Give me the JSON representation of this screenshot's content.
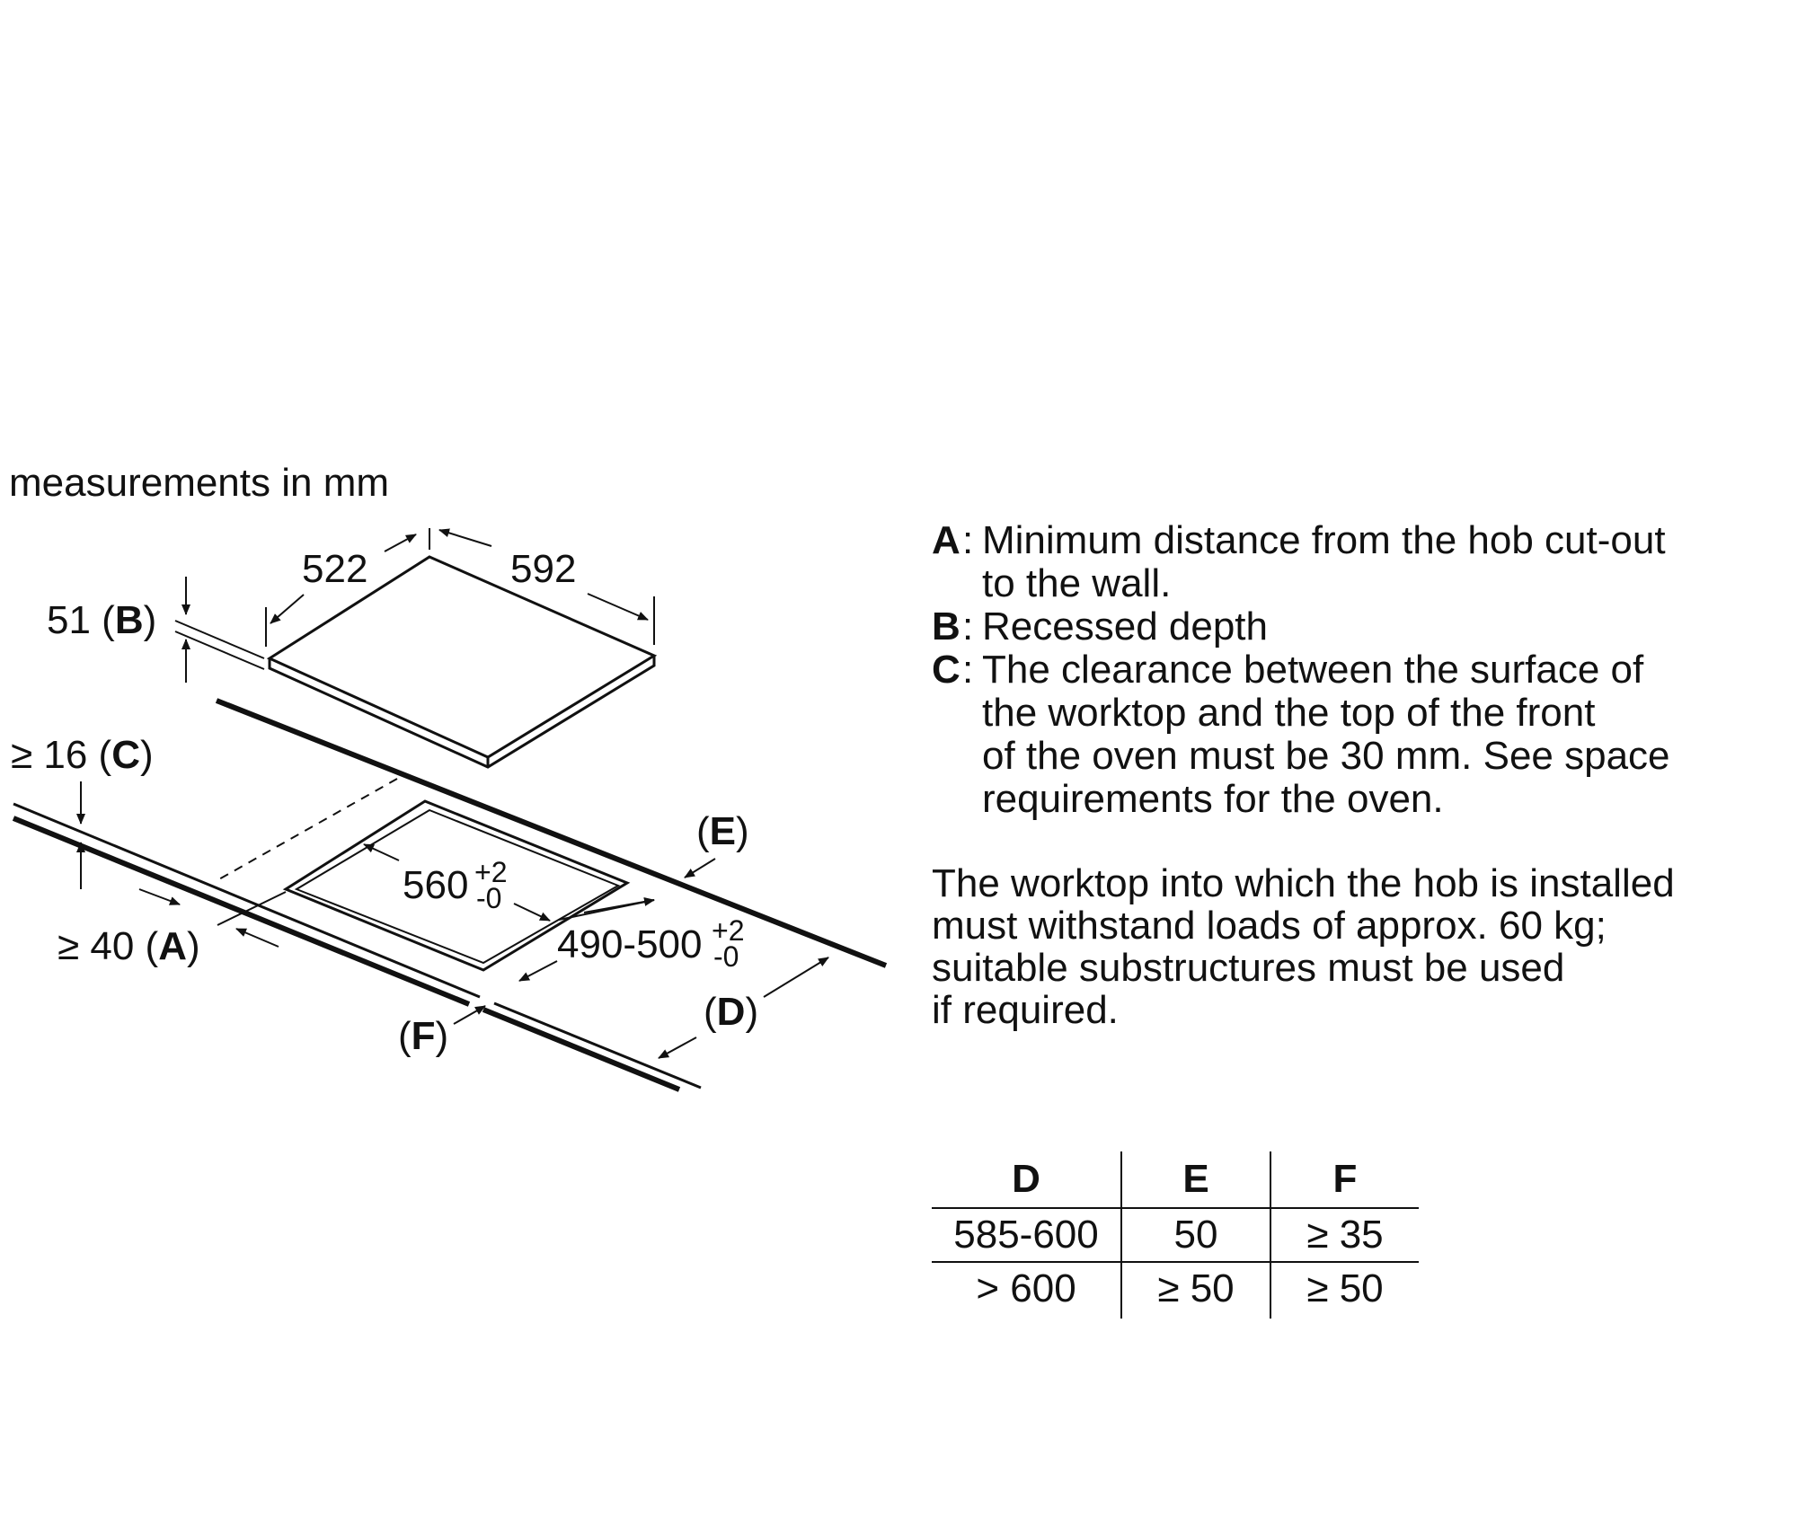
{
  "diagram": {
    "units_note": "measurements in mm",
    "dim_width": "522",
    "dim_depth": "592",
    "dim_recess_value": "51 (",
    "dim_recess_key": "B",
    "dim_recess_close": ")",
    "dim_clearance_value": "≥ 16 (",
    "dim_clearance_key": "C",
    "dim_clearance_close": ")",
    "dim_wall_value": "≥ 40 (",
    "dim_wall_key": "A",
    "dim_wall_close": ")",
    "cutout_width": "560",
    "cutout_width_tol_plus": "+2",
    "cutout_width_tol_minus": "-0",
    "cutout_depth": "490-500",
    "cutout_depth_tol_plus": "+2",
    "cutout_depth_tol_minus": "-0",
    "label_e": "E",
    "label_d": "D",
    "label_f": "F",
    "paren_open": "(",
    "paren_close": ")"
  },
  "legend": [
    {
      "key": "A",
      "lines": [
        "Minimum distance from the hob cut-out",
        "to the wall."
      ]
    },
    {
      "key": "B",
      "lines": [
        "Recessed depth"
      ]
    },
    {
      "key": "C",
      "lines": [
        "The clearance between the surface of",
        "the worktop and the top of the front",
        "of the oven must be 30 mm. See space",
        "requirements for the oven."
      ]
    }
  ],
  "note": [
    "The worktop into which the hob is installed",
    "must withstand loads of approx. 60 kg;",
    "suitable substructures must be used",
    "if required."
  ],
  "table": {
    "headers": [
      "D",
      "E",
      "F"
    ],
    "rows": [
      [
        "585-600",
        "50",
        "≥ 35"
      ],
      [
        "> 600",
        "≥ 50",
        "≥ 50"
      ]
    ]
  }
}
